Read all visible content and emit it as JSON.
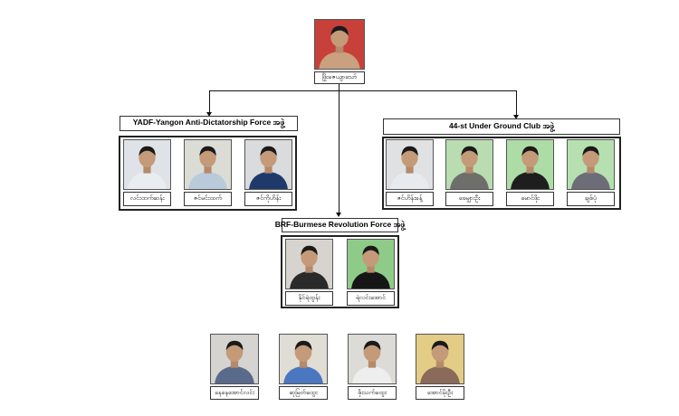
{
  "leader": {
    "name": "ဖြိုးဇေယျာသော်",
    "photo_bg": "#c8403a",
    "shirt": "#c9a080"
  },
  "groups": {
    "yadf": {
      "title": "YADF-Yangon Anti-Dictatorship Force အဖွဲ့",
      "members": [
        {
          "name": "လင်းထက်ဆန်း",
          "photo_bg": "#dfe2e6",
          "shirt": "#e9edf2"
        },
        {
          "name": "ဇင်မင်းထက်",
          "photo_bg": "#dcdcd6",
          "shirt": "#b9cadb"
        },
        {
          "name": "ဇင်ကိုဟိန်း",
          "photo_bg": "#d9dbdc",
          "shirt": "#1f3a6a"
        }
      ]
    },
    "ugc": {
      "title": "44-st Under Ground Club အဖွဲ့",
      "members": [
        {
          "name": "ဇင်ဟိန်းခန့်",
          "photo_bg": "#dfe1e3",
          "shirt": "#e8ebee"
        },
        {
          "name": "ဖေမျှားဦး",
          "photo_bg": "#b9dcb0",
          "shirt": "#6e6e6a"
        },
        {
          "name": "မောင်ဖိုး",
          "photo_bg": "#aedca6",
          "shirt": "#1e1e1e"
        },
        {
          "name": "ချစ်ပုံ",
          "photo_bg": "#b6e0b0",
          "shirt": "#6d6d7a"
        }
      ]
    },
    "brf": {
      "title": "BRF-Burmese Revolution Force အဖွဲ့",
      "members": [
        {
          "name": "နိုင်ရဲထွန်း",
          "photo_bg": "#d7d4cf",
          "shirt": "#2a2a2a"
        },
        {
          "name": "ရဲလင်းအောင်",
          "photo_bg": "#8fcb88",
          "shirt": "#161616"
        }
      ]
    }
  },
  "others": [
    {
      "name": "နေနေအောင်လင်း",
      "photo_bg": "#d6d4d0",
      "shirt": "#5a6a8a"
    },
    {
      "name": "ဆုမြတ်ထွေး",
      "photo_bg": "#e0ddd5",
      "shirt": "#4a77c0"
    },
    {
      "name": "ဖိုးသက်ထွေး",
      "photo_bg": "#dddbd8",
      "shirt": "#eeeeee"
    },
    {
      "name": "အောင်မိုးဦး",
      "photo_bg": "#e3cc85",
      "shirt": "#8a6a5a"
    }
  ]
}
